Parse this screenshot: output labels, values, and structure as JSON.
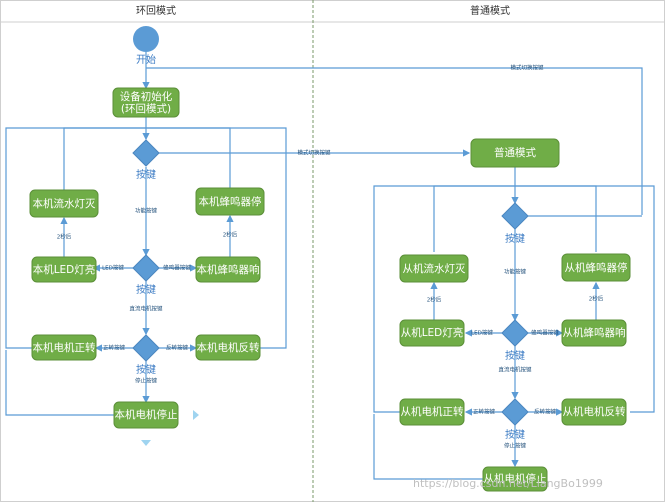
{
  "lanes": {
    "left_title": "环回模式",
    "right_title": "普通模式"
  },
  "start": {
    "label": "开始"
  },
  "left": {
    "init_line1": "设备初始化",
    "init_line2": "(环回模式)",
    "key1": "按键",
    "key2": "按键",
    "key3": "按键",
    "flow_light_off": "本机流水灯灭",
    "buzzer_stop": "本机蜂鸣器停",
    "led_on": "本机LED灯亮",
    "buzzer_sound": "本机蜂鸣器响",
    "motor_forward": "本机电机正转",
    "motor_reverse": "本机电机反转",
    "motor_stop": "本机电机停止"
  },
  "right": {
    "normal_mode": "普通模式",
    "key1": "按键",
    "key2": "按键",
    "key3": "按键",
    "flow_light_off": "从机流水灯灭",
    "buzzer_stop": "从机蜂鸣器停",
    "led_on": "从机LED灯亮",
    "buzzer_sound": "从机蜂鸣器响",
    "motor_forward": "从机电机正转",
    "motor_reverse": "从机电机反转",
    "motor_stop": "从机电机停止"
  },
  "labels": {
    "mode_switch_top": "模式切换按键",
    "mode_switch_mid": "模式切换按键",
    "function_left": "功能按键",
    "function_right": "功能按键",
    "led_left": "LED按键",
    "led_right": "LED按键",
    "buzzer_left": "蜂鸣器按键",
    "buzzer_right": "蜂鸣器按键",
    "motor_left": "直流电机按键",
    "motor_right": "直流电机按键",
    "forward_left": "正转按键",
    "forward_right": "正转按键",
    "reverse_left": "反转按键",
    "reverse_right": "反转按键",
    "stop_left": "停止按键",
    "stop_right": "停止按键",
    "delay_left_1": "2秒后",
    "delay_left_2": "2秒后",
    "delay_right_1": "2秒后",
    "delay_right_2": "2秒后"
  },
  "watermark": "https://blog.csdn.net/LiangBo1999"
}
